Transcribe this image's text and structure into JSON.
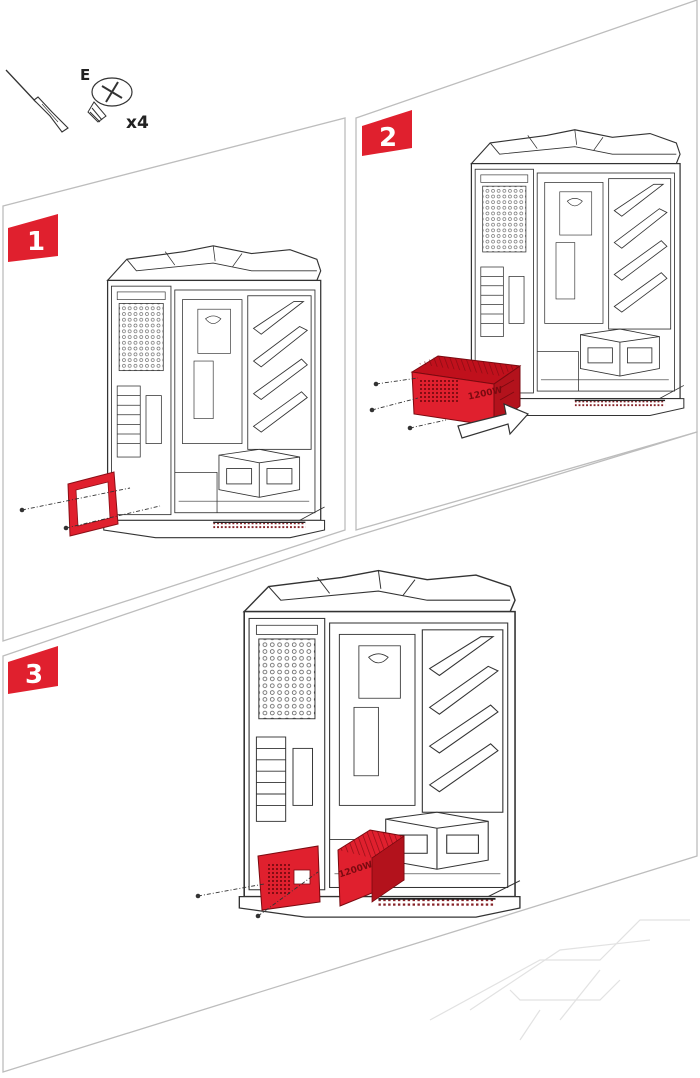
{
  "tools": {
    "screwdriver_icon": "screwdriver-icon",
    "screw_icon": "phillips-screw-icon",
    "screw_type": "E",
    "screw_count": "x4"
  },
  "steps": [
    {
      "number": "1"
    },
    {
      "number": "2"
    },
    {
      "number": "3"
    }
  ],
  "psu": {
    "label": "1200W"
  },
  "colors": {
    "accent": "#e0202e",
    "accent_dark": "#a8121c",
    "line": "#333333",
    "panel_border": "#bdbdbd"
  }
}
